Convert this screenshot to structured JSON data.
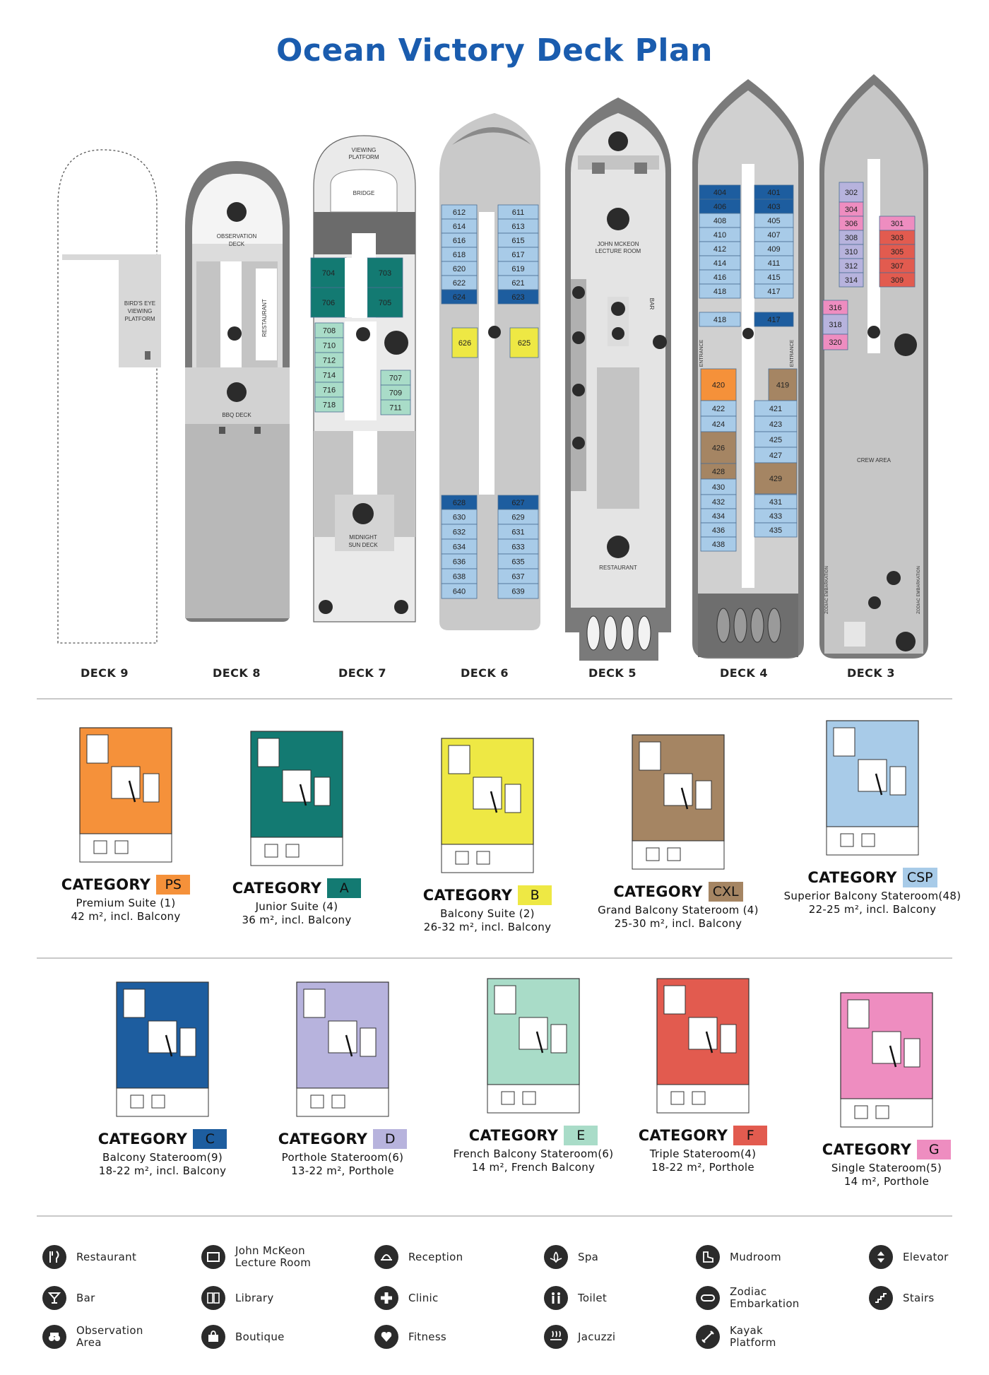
{
  "title": "Ocean Victory Deck Plan",
  "colors": {
    "title": "#1a5cae",
    "PS": "#f5913a",
    "A": "#137a72",
    "B": "#eee844",
    "CXL": "#a58563",
    "CSP": "#a8cbe8",
    "C": "#1d5d9f",
    "D": "#b7b3dd",
    "E": "#a9dcc8",
    "F": "#e25b4f",
    "G": "#ee8dc0",
    "hull": "#7a7a7a",
    "deck_gray": "#c4c4c4"
  },
  "decks": [
    {
      "label": "DECK  9",
      "areas": [
        "BIRD'S EYE",
        "VIEWING",
        "PLATFORM"
      ]
    },
    {
      "label": "DECK  8",
      "areas": [
        "OBSERVATION",
        "DECK",
        "RESTAURANT",
        "BBQ DECK"
      ]
    },
    {
      "label": "DECK  7",
      "areas": [
        "VIEWING",
        "PLATFORM",
        "BRIDGE",
        "MIDNIGHT",
        "SUN DECK"
      ],
      "rooms": [
        "704",
        "703",
        "706",
        "705",
        "708",
        "710",
        "712",
        "714",
        "716",
        "718",
        "707",
        "709",
        "711"
      ]
    },
    {
      "label": "DECK  6",
      "rooms": [
        "612",
        "611",
        "614",
        "613",
        "616",
        "615",
        "618",
        "617",
        "620",
        "619",
        "622",
        "621",
        "624",
        "623",
        "626",
        "625",
        "628",
        "627",
        "630",
        "629",
        "632",
        "631",
        "634",
        "633",
        "636",
        "635",
        "638",
        "637",
        "640",
        "639"
      ]
    },
    {
      "label": "DECK  5",
      "areas": [
        "JOHN MCKEON",
        "LECTURE ROOM",
        "BAR",
        "RESTAURANT"
      ]
    },
    {
      "label": "DECK  4",
      "areas": [
        "ENTRANCE",
        "ENTRANCE"
      ],
      "rooms": [
        "404",
        "401",
        "406",
        "403",
        "408",
        "405",
        "410",
        "407",
        "412",
        "409",
        "414",
        "411",
        "416",
        "415",
        "418",
        "417",
        "420",
        "419",
        "422",
        "421",
        "424",
        "423",
        "426",
        "425",
        "427",
        "428",
        "430",
        "429",
        "432",
        "431",
        "434",
        "433",
        "436",
        "435",
        "438"
      ]
    },
    {
      "label": "DECK  3",
      "areas": [
        "CREW AREA",
        "ZODIAC EMBARKATION",
        "ZODIAC EMBARKATION"
      ],
      "rooms": [
        "302",
        "304",
        "306",
        "301",
        "308",
        "303",
        "310",
        "305",
        "312",
        "307",
        "314",
        "309",
        "316",
        "318",
        "320"
      ]
    }
  ],
  "categories": [
    {
      "word": "CATEGORY",
      "code": "PS",
      "desc": "Premium Suite (1)",
      "size": "42 m², incl. Balcony",
      "color_key": "PS"
    },
    {
      "word": "CATEGORY",
      "code": "A",
      "desc": "Junior Suite (4)",
      "size": "36 m², incl. Balcony",
      "color_key": "A"
    },
    {
      "word": "CATEGORY",
      "code": "B",
      "desc": "Balcony Suite (2)",
      "size": "26-32 m², incl. Balcony",
      "color_key": "B"
    },
    {
      "word": "CATEGORY",
      "code": "CXL",
      "desc": "Grand Balcony Stateroom (4)",
      "size": "25-30 m², incl. Balcony",
      "color_key": "CXL"
    },
    {
      "word": "CATEGORY",
      "code": "CSP",
      "desc": "Superior Balcony Stateroom(48)",
      "size": "22-25 m², incl. Balcony",
      "color_key": "CSP"
    },
    {
      "word": "CATEGORY",
      "code": "C",
      "desc": "Balcony Stateroom(9)",
      "size": "18-22 m², incl. Balcony",
      "color_key": "C"
    },
    {
      "word": "CATEGORY",
      "code": "D",
      "desc": "Porthole Stateroom(6)",
      "size": "13-22 m², Porthole",
      "color_key": "D"
    },
    {
      "word": "CATEGORY",
      "code": "E",
      "desc": "French Balcony Stateroom(6)",
      "size": "14 m², French Balcony",
      "color_key": "E"
    },
    {
      "word": "CATEGORY",
      "code": "F",
      "desc": "Triple Stateroom(4)",
      "size": "18-22 m², Porthole",
      "color_key": "F"
    },
    {
      "word": "CATEGORY",
      "code": "G",
      "desc": "Single Stateroom(5)",
      "size": "14 m², Porthole",
      "color_key": "G"
    }
  ],
  "legend": [
    {
      "label": "Restaurant",
      "icon": "restaurant-icon"
    },
    {
      "label": "John McKeon\nLecture Room",
      "icon": "lecture-room-icon"
    },
    {
      "label": "Reception",
      "icon": "reception-icon"
    },
    {
      "label": "Spa",
      "icon": "spa-icon"
    },
    {
      "label": "Mudroom",
      "icon": "mudroom-icon"
    },
    {
      "label": "Elevator",
      "icon": "elevator-icon"
    },
    {
      "label": "Bar",
      "icon": "bar-icon"
    },
    {
      "label": "Library",
      "icon": "library-icon"
    },
    {
      "label": "Clinic",
      "icon": "clinic-icon"
    },
    {
      "label": "Toilet",
      "icon": "toilet-icon"
    },
    {
      "label": "Zodiac\nEmbarkation",
      "icon": "zodiac-icon"
    },
    {
      "label": "Stairs",
      "icon": "stairs-icon"
    },
    {
      "label": "Observation\nArea",
      "icon": "binoculars-icon"
    },
    {
      "label": "Boutique",
      "icon": "boutique-icon"
    },
    {
      "label": "Fitness",
      "icon": "fitness-icon"
    },
    {
      "label": "Jacuzzi",
      "icon": "jacuzzi-icon"
    },
    {
      "label": "Kayak\nPlatform",
      "icon": "kayak-icon"
    }
  ]
}
